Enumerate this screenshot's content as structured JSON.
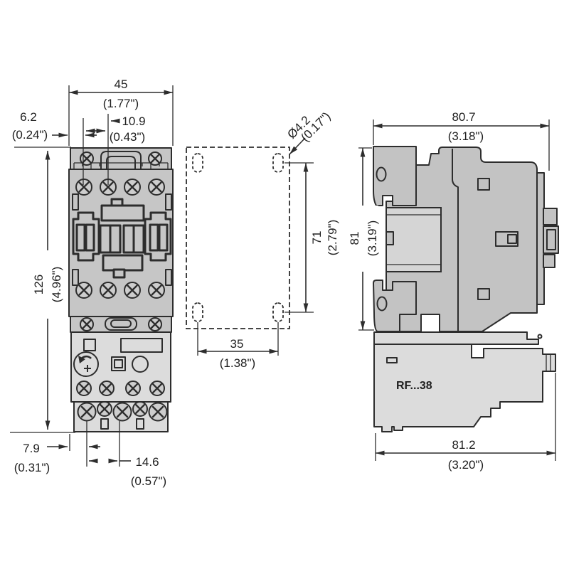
{
  "front_view": {
    "width_mm": "45",
    "width_in": "(1.77\")",
    "offset_left_mm": "6.2",
    "offset_left_in": "(0.24\")",
    "terminal_pitch_mm": "10.9",
    "terminal_pitch_in": "(0.43\")",
    "height_mm": "126",
    "height_in": "(4.96\")",
    "bottom_offset_mm": "7.9",
    "bottom_offset_in": "(0.31\")",
    "bottom_pitch_mm": "14.6",
    "bottom_pitch_in": "(0.57\")"
  },
  "mounting_pattern": {
    "hole_diameter_mm": "Ø4.2",
    "hole_diameter_in": "(0.17\")",
    "vertical_spacing_mm": "71",
    "vertical_spacing_in": "(2.79\")",
    "horizontal_spacing_mm": "35",
    "horizontal_spacing_in": "(1.38\")"
  },
  "side_view": {
    "top_width_mm": "80.7",
    "top_width_in": "(3.18\")",
    "height_mm": "81",
    "height_in": "(3.19\")",
    "bottom_width_mm": "81.2",
    "bottom_width_in": "(3.20\")",
    "relay_label": "RF...38"
  },
  "colors": {
    "contactor_body": "#c6c6c6",
    "relay_body": "#dcdcdc",
    "line": "#2d2d2d"
  }
}
